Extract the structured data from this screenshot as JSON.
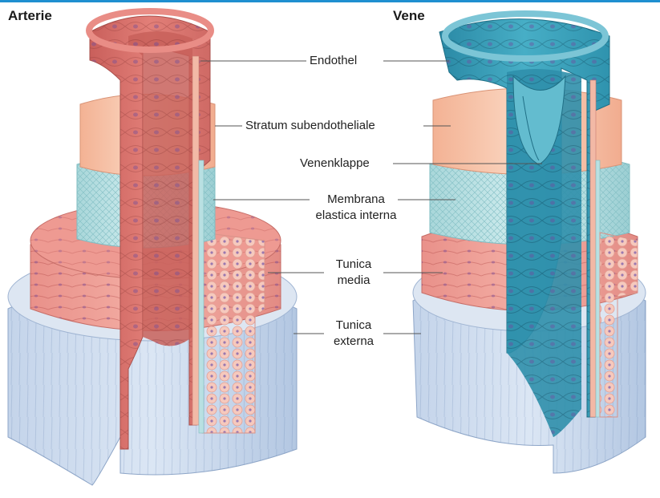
{
  "titles": {
    "artery": "Arterie",
    "vein": "Vene"
  },
  "labels": {
    "endothel": "Endothel",
    "subendothel": "Stratum subendotheliale",
    "klappe": "Venenklappe",
    "membrana_1": "Membrana",
    "membrana_2": "elastica interna",
    "media_1": "Tunica",
    "media_2": "media",
    "externa_1": "Tunica",
    "externa_2": "externa"
  },
  "colors": {
    "accent_line": "#1f8fd0",
    "artery_endothel": "#dd7a74",
    "subendothel": "#f7c3a7",
    "elastica": "#bfe2e4",
    "media": "#f0a29a",
    "externa": "#c9d8ec",
    "vein_endothel": "#3ba4bd"
  }
}
